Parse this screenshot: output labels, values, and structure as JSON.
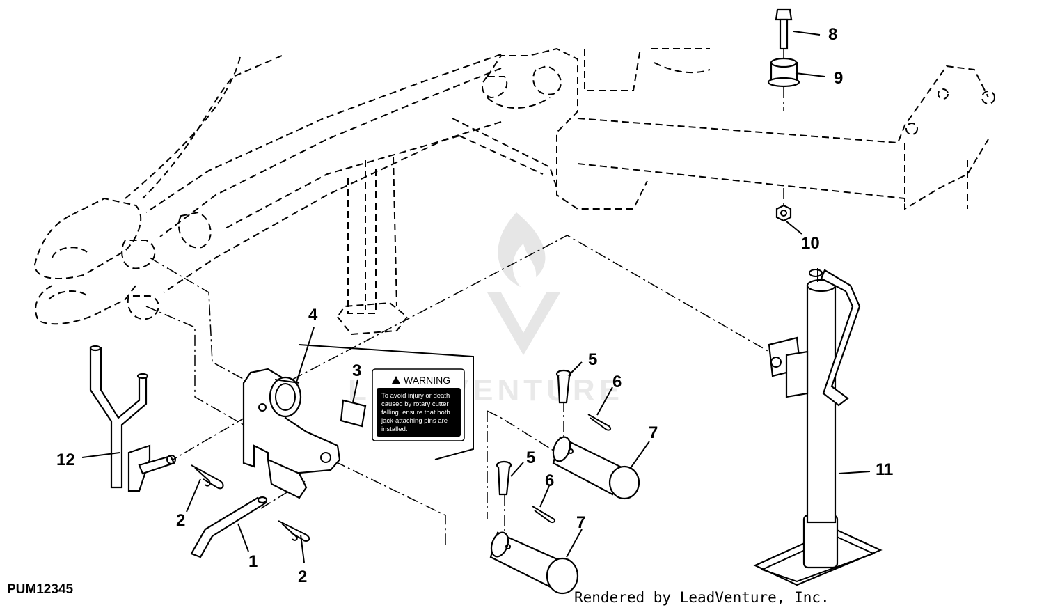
{
  "figure_id": "PUM12345",
  "credit": "Rendered by LeadVenture, Inc.",
  "watermark": "LEADVENTURE",
  "warning_label": {
    "heading": "WARNING",
    "lines": [
      "To avoid injury or death",
      "caused by rotary cutter",
      "falling, ensure that both",
      "jack-attaching pins are",
      "installed."
    ]
  },
  "callouts": [
    "1",
    "2",
    "2",
    "3",
    "4",
    "5",
    "5",
    "6",
    "6",
    "7",
    "7",
    "8",
    "9",
    "10",
    "11",
    "12"
  ]
}
